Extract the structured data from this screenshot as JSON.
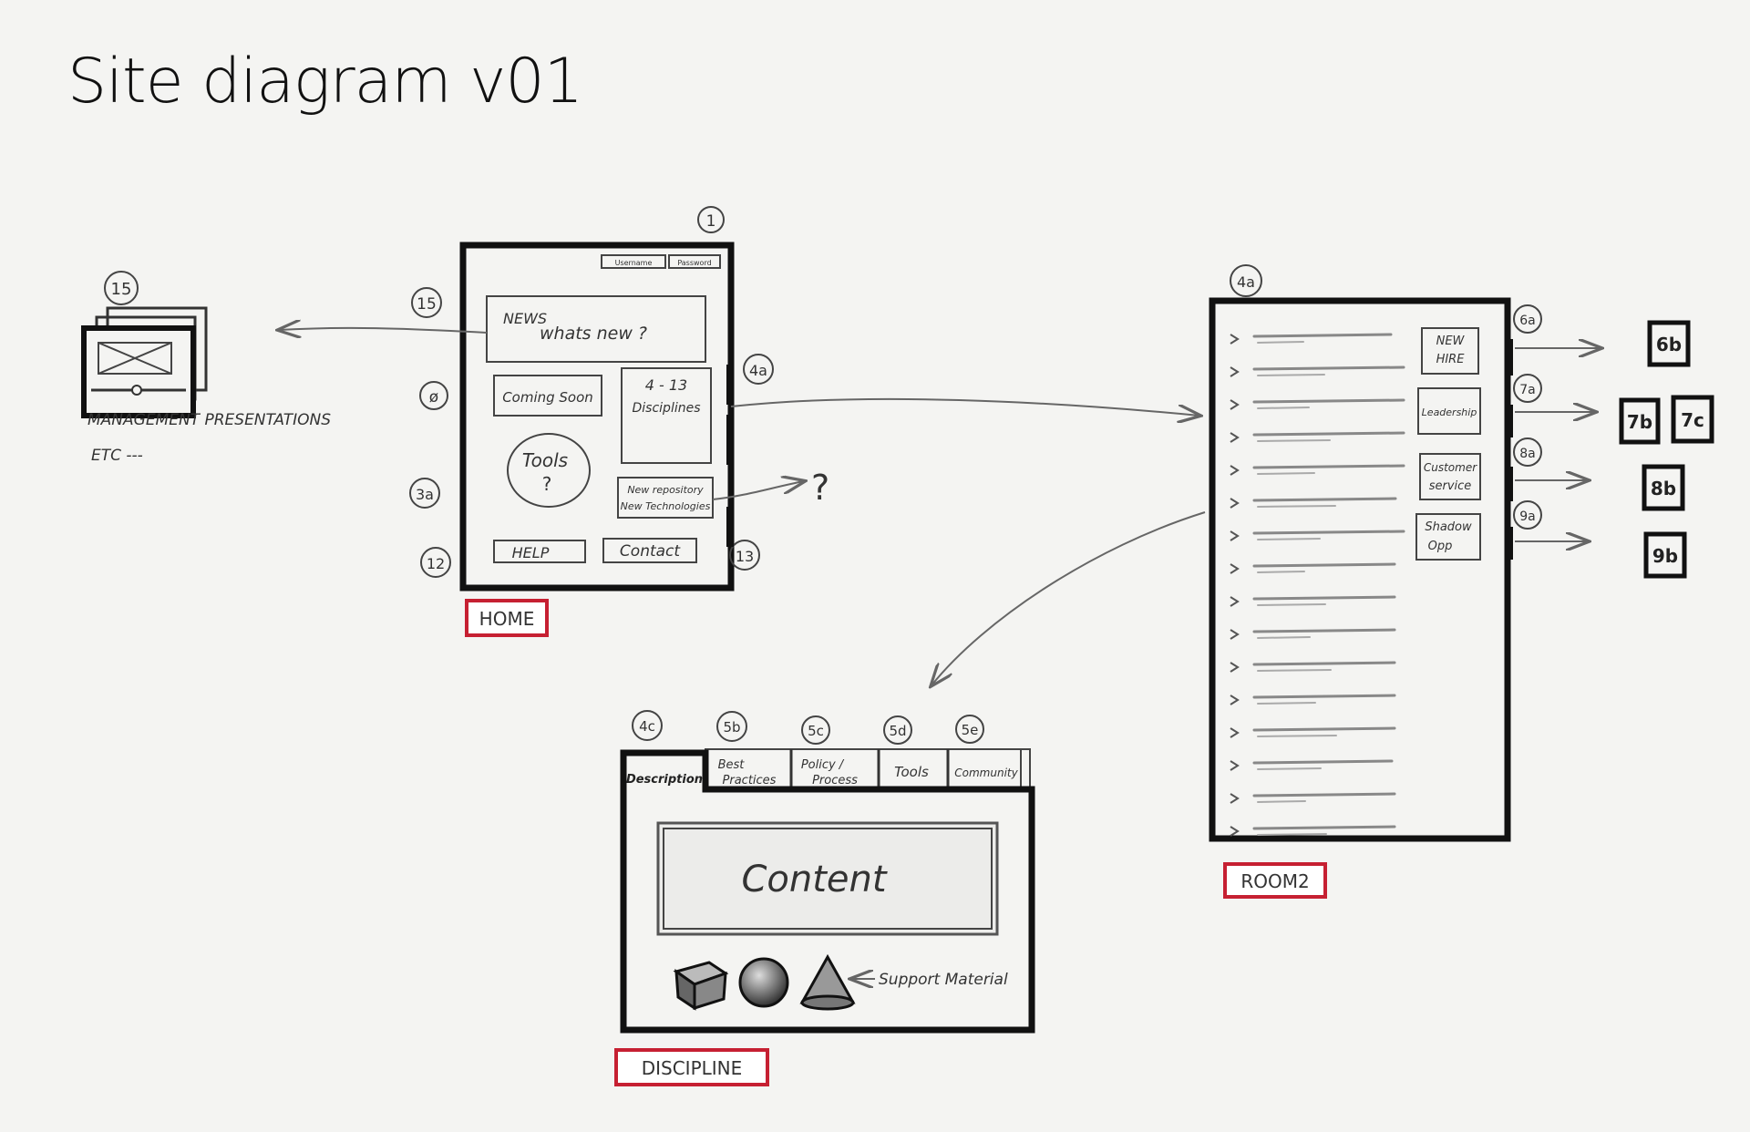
{
  "title": "Site diagram v01",
  "badges": {
    "n1": "1",
    "n15_top": "15",
    "n15_left": "15",
    "n0": "ø",
    "n3a": "3a",
    "n12": "12",
    "n13": "13",
    "n4a_home": "4a",
    "n4a_room": "4a",
    "n6a": "6a",
    "n7a": "7a",
    "n8a": "8a",
    "n9a": "9a",
    "n4c": "4c",
    "n5b": "5b",
    "n5c": "5c",
    "n5d": "5d",
    "n5e": "5e"
  },
  "presentations": {
    "line1": "MANAGEMENT PRESENTATIONS",
    "line2": "ETC ---"
  },
  "home": {
    "label": "HOME",
    "username": "Username",
    "password": "Password",
    "news_title": "NEWS",
    "news_sub": "whats new ?",
    "coming_soon": "Coming Soon",
    "disciplines_l1": "4 - 13",
    "disciplines_l2": "Disciplines",
    "tools_l1": "Tools",
    "tools_l2": "?",
    "repo_l1": "New repository",
    "repo_l2": "New Technologies",
    "help": "HELP",
    "contact": "Contact",
    "question": "?"
  },
  "room": {
    "label": "ROOM2",
    "menu": [
      {
        "l1": "NEW",
        "l2": "HIRE"
      },
      {
        "l1": "Leadership",
        "l2": ""
      },
      {
        "l1": "Customer",
        "l2": "service"
      },
      {
        "l1": "Shadow",
        "l2": "Opp"
      }
    ],
    "targets": {
      "t6b": "6b",
      "t7b": "7b",
      "t7c": "7c",
      "t8b": "8b",
      "t9b": "9b"
    }
  },
  "discipline": {
    "label": "DISCIPLINE",
    "tabs": [
      {
        "l1": "Description",
        "l2": ""
      },
      {
        "l1": "Best",
        "l2": "Practices"
      },
      {
        "l1": "Policy /",
        "l2": "Process"
      },
      {
        "l1": "Tools",
        "l2": ""
      },
      {
        "l1": "Community",
        "l2": ""
      }
    ],
    "content": "Content",
    "support": "Support Material"
  }
}
